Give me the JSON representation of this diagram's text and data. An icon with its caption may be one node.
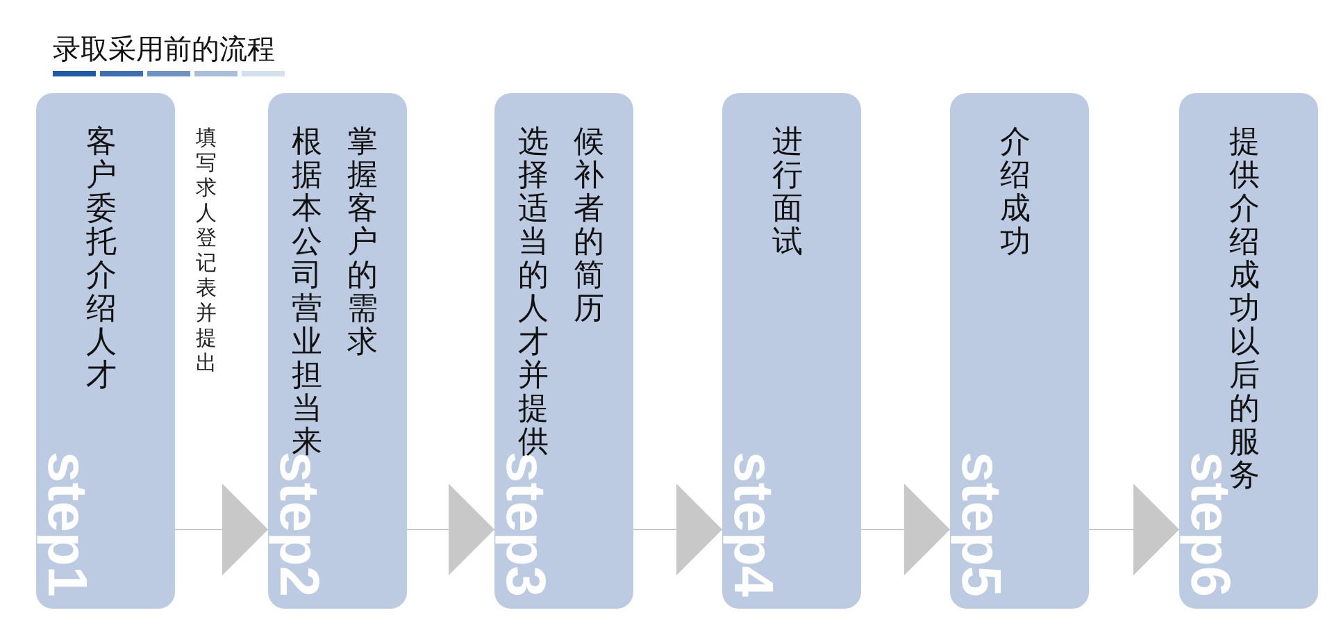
{
  "diagram": {
    "title": "录取采用前的流程",
    "nodes": [
      {
        "text": [
          "客户委托介绍人才",
          "step1"
        ],
        "beside": [
          "填写求人登记表并提出"
        ]
      },
      {
        "text": [
          "根据本公司营业担当来掌握客户的需求",
          "step2"
        ]
      },
      {
        "text": [
          "选择适当的人才并提供候补者的简历",
          "step3"
        ]
      },
      {
        "text": [
          "进行面试",
          "step4"
        ]
      },
      {
        "text": [
          "介绍成功",
          "step5"
        ]
      },
      {
        "text": [
          "提供介绍成功以后的服务",
          "step6"
        ]
      }
    ],
    "edges": [
      {
        "from": 0,
        "to": 1,
        "arrow": "to"
      },
      {
        "from": 1,
        "to": 2,
        "arrow": "to"
      },
      {
        "from": 2,
        "to": 3,
        "arrow": "to"
      },
      {
        "from": 3,
        "to": 4,
        "arrow": "to"
      },
      {
        "from": 4,
        "to": 5,
        "arrow": "to"
      }
    ]
  }
}
